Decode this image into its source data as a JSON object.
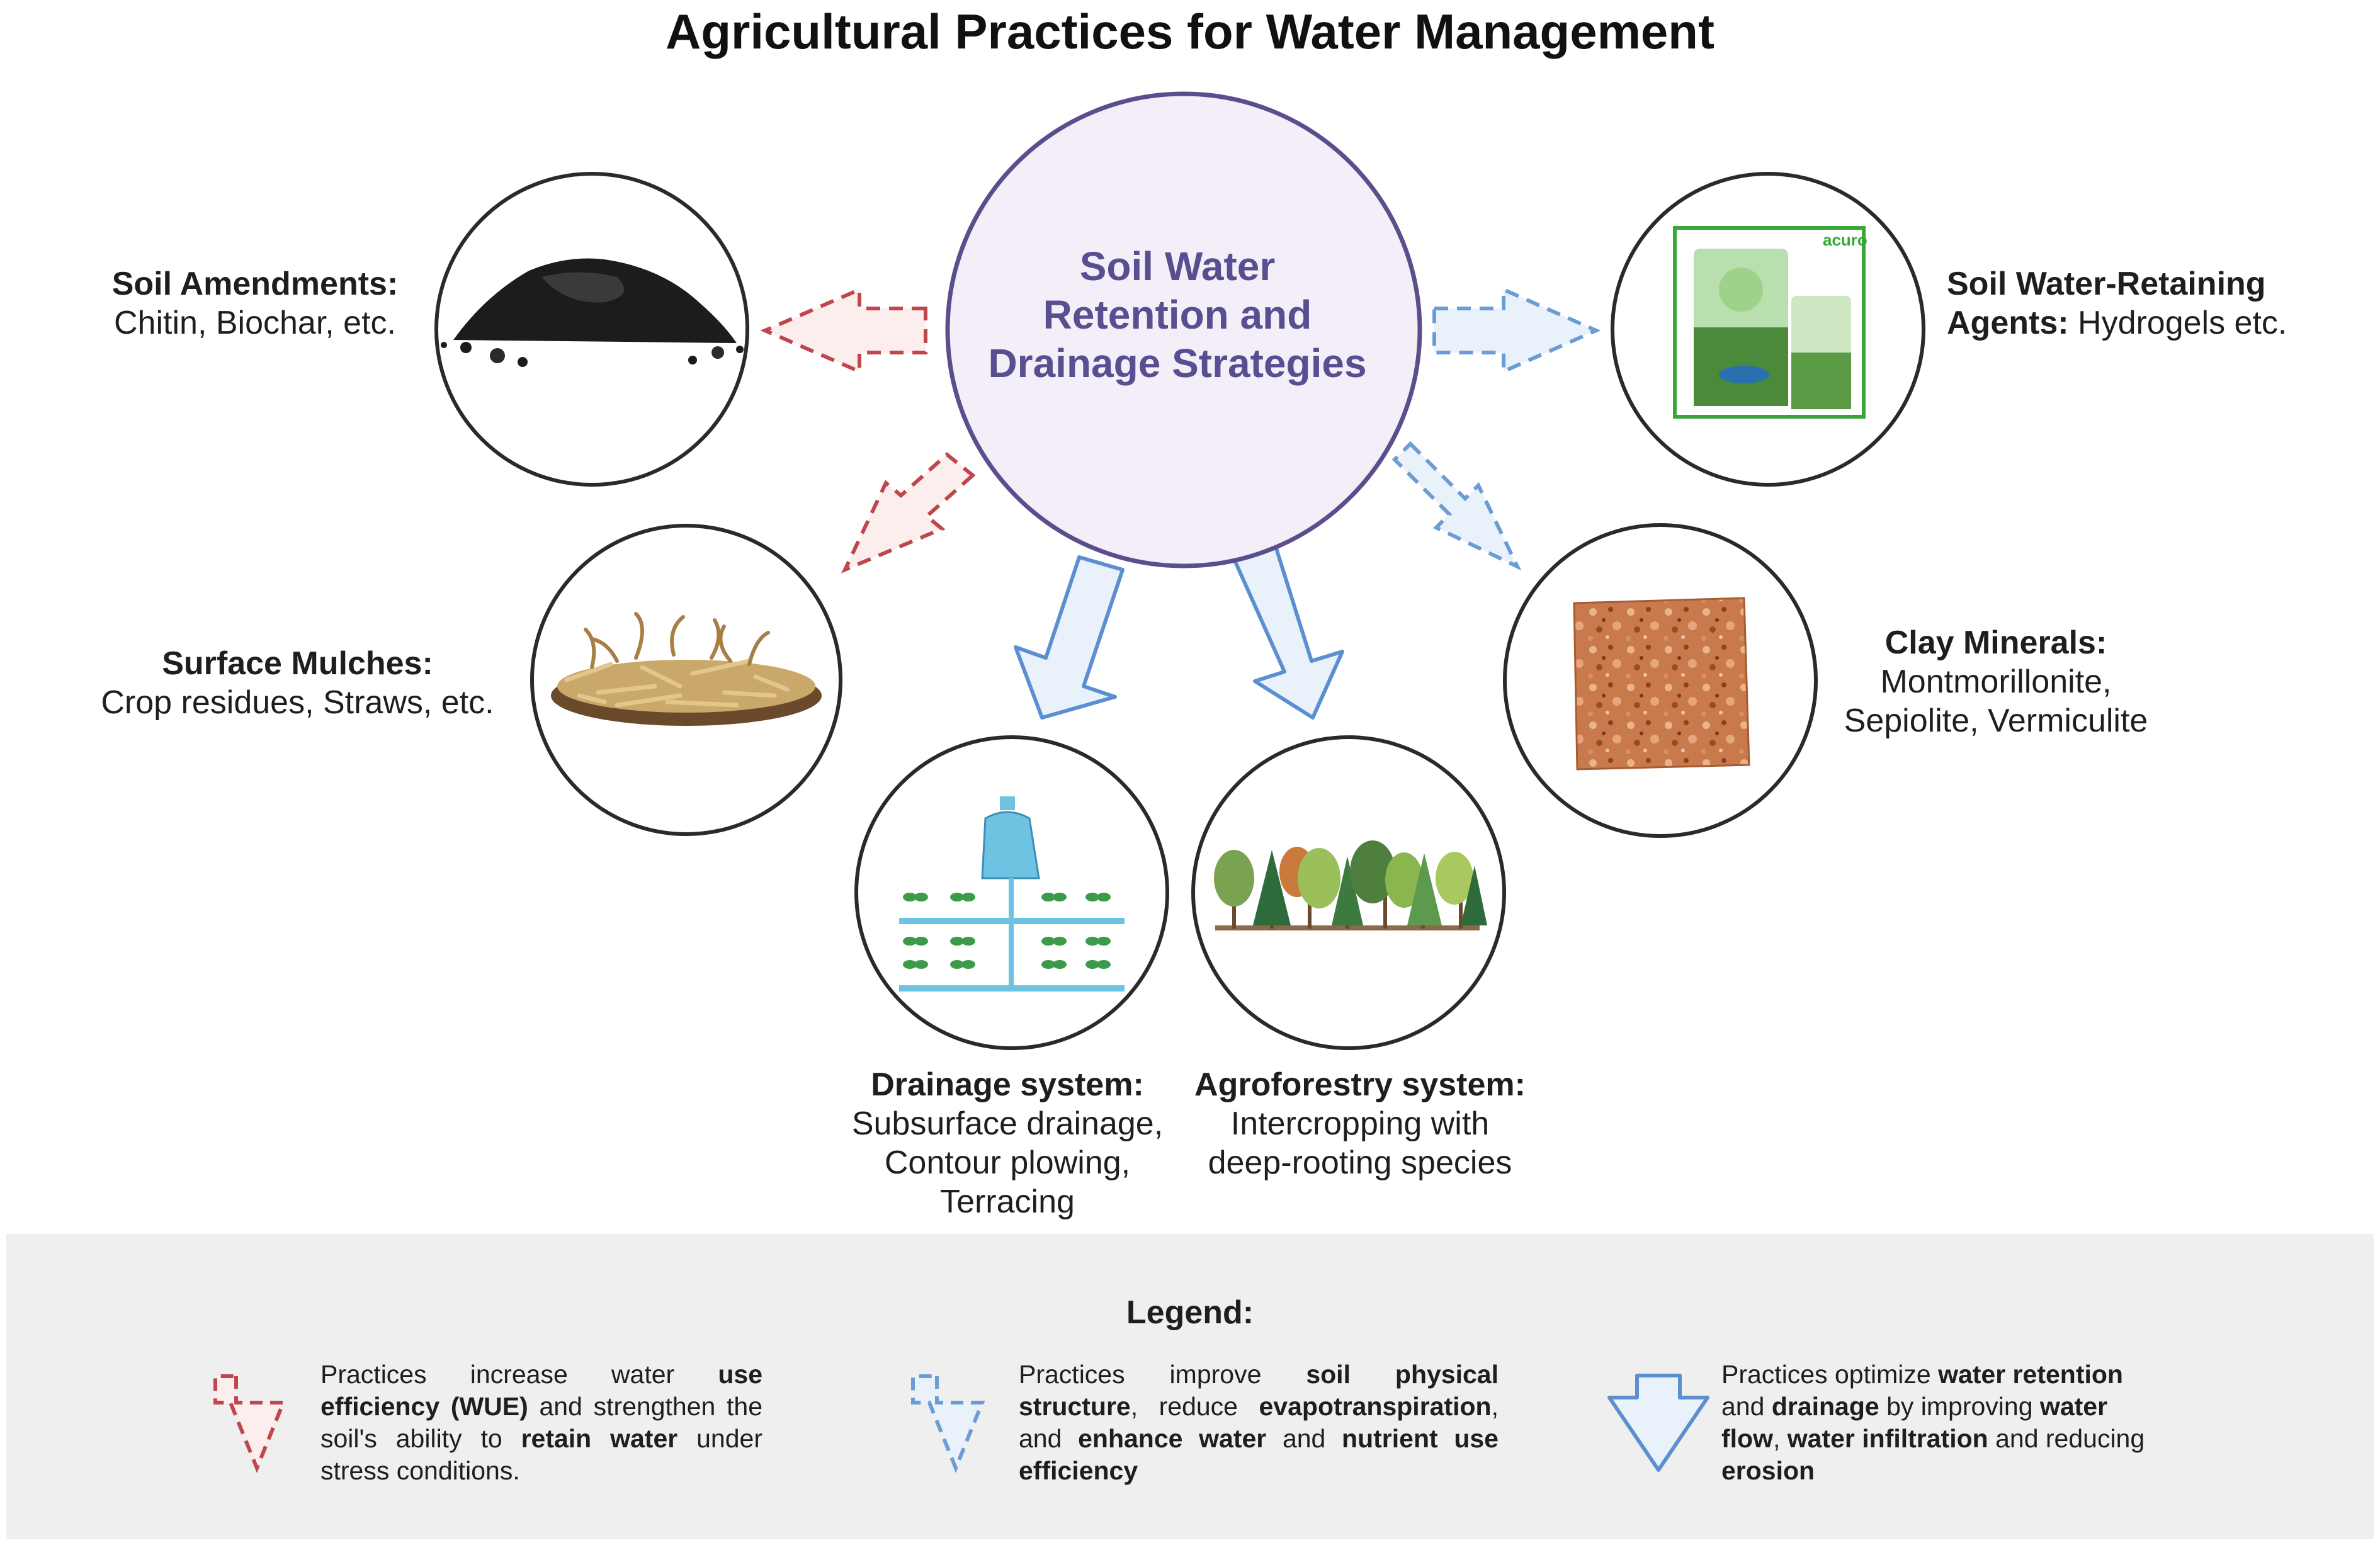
{
  "title": "Agricultural Practices for Water Management",
  "center": {
    "line1": "Soil Water",
    "line2": "Retention and",
    "line3": "Drainage Strategies"
  },
  "nodes": {
    "soil_amendments": {
      "heading": "Soil Amendments:",
      "line1": "Chitin, Biochar, etc."
    },
    "surface_mulches": {
      "heading": "Surface Mulches:",
      "line1": "Crop residues, Straws, etc."
    },
    "drainage": {
      "heading": "Drainage system:",
      "line1": "Subsurface drainage,",
      "line2": "Contour plowing,",
      "line3": "Terracing"
    },
    "agroforestry": {
      "heading": "Agroforestry system:",
      "line1": "Intercropping with",
      "line2": "deep-rooting species"
    },
    "clay": {
      "heading": "Clay Minerals:",
      "line1": "Montmorillonite,",
      "line2": "Sepiolite, Vermiculite"
    },
    "retaining": {
      "heading": "Soil Water-Retaining",
      "heading2": "Agents:",
      "line1": " Hydrogels etc.",
      "package_brand": "acuro"
    }
  },
  "legend": {
    "title": "Legend:",
    "items": [
      {
        "p1": "Practices increase water ",
        "b1": "use efficiency (WUE)",
        "p2": " and strengthen the soil's ability to ",
        "b2": "retain water",
        "p3": " under stress conditions."
      },
      {
        "p1": "Practices improve ",
        "b1": "soil physical structure",
        "p2": ", reduce ",
        "b2": "evapotranspiration",
        "p3": ", and ",
        "b3": "enhance water",
        "p4": " and ",
        "b4": "nutrient use efficiency"
      },
      {
        "p1": "Practices optimize ",
        "b1": "water retention",
        "p2": " and ",
        "b2": "drainage",
        "p3": " by improving ",
        "b3": "water flow",
        "p4": ", ",
        "b4": "water infiltration",
        "p5": " and reducing ",
        "b5": "erosion"
      }
    ]
  },
  "colors": {
    "red_dashed": "#c0464e",
    "blue_dashed": "#6b9cd6",
    "blue_solid": "#5b8fd0",
    "arrow_fill_red": "#fdeeee",
    "arrow_fill_blue": "#e9f1fb",
    "center_fill": "#f4eef8",
    "center_stroke": "#5a4e8c",
    "center_text": "#574f8f",
    "legend_bg": "#efefef"
  }
}
